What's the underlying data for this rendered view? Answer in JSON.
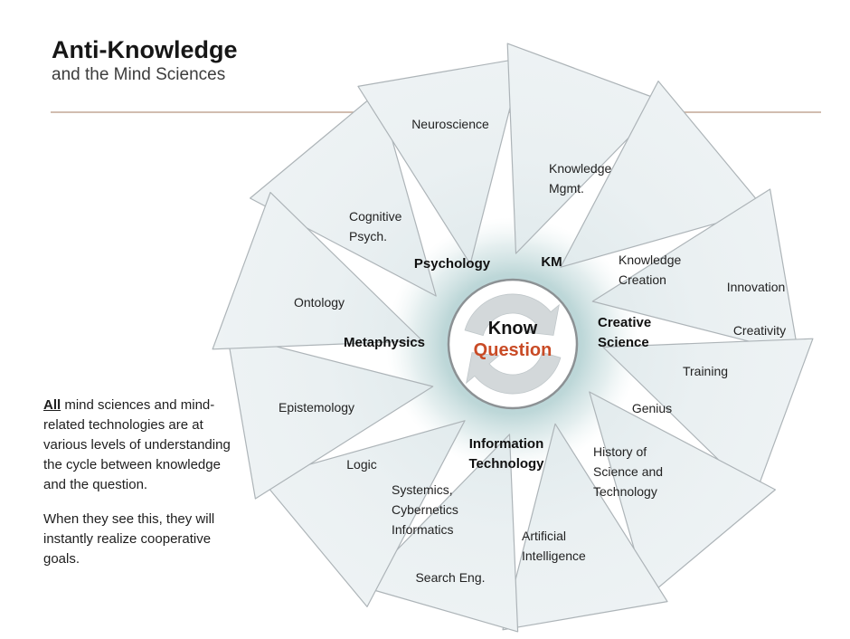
{
  "header": {
    "title": "Anti-Knowledge",
    "subtitle": "and the Mind Sciences"
  },
  "note": {
    "lead": "All",
    "para1_rest": " mind sciences and mind-related technologies are at various levels of understanding the cycle between knowledge and the question.",
    "para2": "When they see this, they will instantly realize cooperative goals."
  },
  "hub": {
    "top": "Know",
    "bottom": "Question"
  },
  "wheel": {
    "categories": [
      {
        "id": "psychology",
        "label": "Psychology"
      },
      {
        "id": "km",
        "label": "KM"
      },
      {
        "id": "creative-science",
        "label": "Creative\nScience"
      },
      {
        "id": "metaphysics",
        "label": "Metaphysics"
      },
      {
        "id": "information-technology",
        "label": "Information\nTechnology"
      }
    ],
    "disciplines": [
      {
        "id": "neuroscience",
        "label": "Neuroscience"
      },
      {
        "id": "knowledge-mgmt",
        "label": "Knowledge\nMgmt."
      },
      {
        "id": "cognitive-psych",
        "label": "Cognitive\nPsych."
      },
      {
        "id": "ontology",
        "label": "Ontology"
      },
      {
        "id": "epistemology",
        "label": "Epistemology"
      },
      {
        "id": "logic",
        "label": "Logic"
      },
      {
        "id": "systemics",
        "label": "Systemics,\nCybernetics\nInformatics"
      },
      {
        "id": "search-eng",
        "label": "Search Eng."
      },
      {
        "id": "artificial-intelligence",
        "label": "Artificial\nIntelligence"
      },
      {
        "id": "history-sci-tech",
        "label": "History of\nScience and\nTechnology"
      },
      {
        "id": "genius",
        "label": "Genius"
      },
      {
        "id": "training",
        "label": "Training"
      },
      {
        "id": "creativity",
        "label": "Creativity"
      },
      {
        "id": "innovation",
        "label": "Innovation"
      },
      {
        "id": "knowledge-creation",
        "label": "Knowledge\nCreation"
      }
    ]
  },
  "colors": {
    "question_accent": "#c94b26",
    "title_rule": "#c2a795",
    "petal_fill_inner": "#aecfd1",
    "petal_fill_outer": "#edf2f4",
    "petal_stroke": "#adb4b8",
    "hub_ring": "#8c9194",
    "arrow_fill": "#d3d8da"
  }
}
